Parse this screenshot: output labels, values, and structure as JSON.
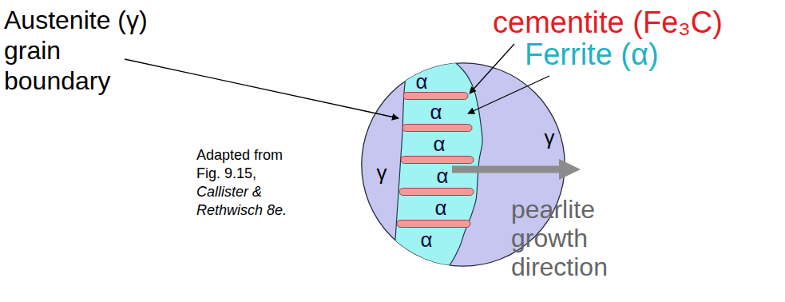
{
  "diagram": {
    "nodes": [
      {
        "text": [
          "γ",
          "γ"
        ]
      },
      {
        "text": [
          "α",
          "α",
          "α",
          "α",
          "α",
          "α"
        ],
        "in": 0
      }
    ],
    "labels": [
      "Austenite (γ) grain boundary",
      "cementite (Fe₃C)",
      "Ferrite (α)",
      "pearlite growth direction",
      "Adapted from Fig. 9.15,",
      "Callister & Rethwisch 8e."
    ]
  }
}
